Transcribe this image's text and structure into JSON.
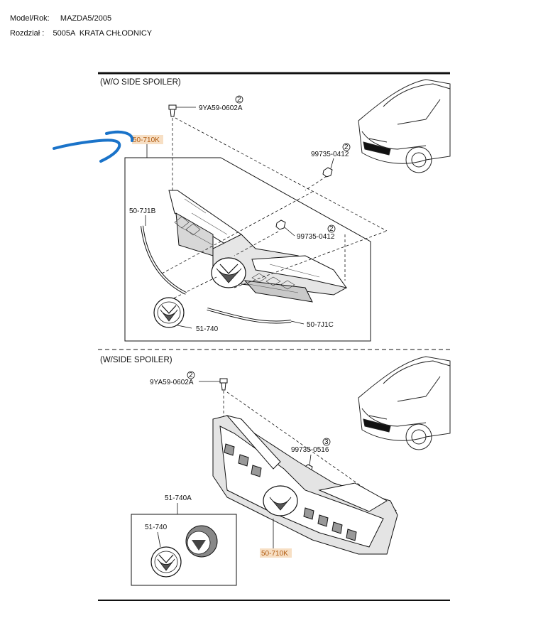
{
  "header": {
    "model_line": "Model/Rok:     MAZDA5/2005",
    "section_line": "Rozdział :    5005A  KRATA CHŁODNICY"
  },
  "sections": {
    "top_title": "(W/O SIDE SPOILER)",
    "bottom_title": "(W/SIDE SPOILER)"
  },
  "top_parts": {
    "bolt_ref": "9YA59-0602A",
    "bolt_qty": "2",
    "grille_ref": "50-710K",
    "clip_upper_ref": "99735-0412",
    "clip_upper_qty": "2",
    "molding_left_ref": "50-7J1B",
    "clip_mid_ref": "99735-0412",
    "clip_mid_qty": "2",
    "emblem_ref": "51-740",
    "molding_lower_ref": "50-7J1C"
  },
  "bottom_parts": {
    "bolt_ref": "9YA59-0602A",
    "bolt_qty": "2",
    "clip_ref": "99735-0516",
    "clip_qty": "3",
    "emblem_set_ref": "51-740A",
    "emblem_ref": "51-740",
    "grille_ref": "50-710K"
  },
  "colors": {
    "annotation_stroke": "#1a73c9",
    "highlight_fill": "#f7dfc4",
    "line": "#111111"
  }
}
